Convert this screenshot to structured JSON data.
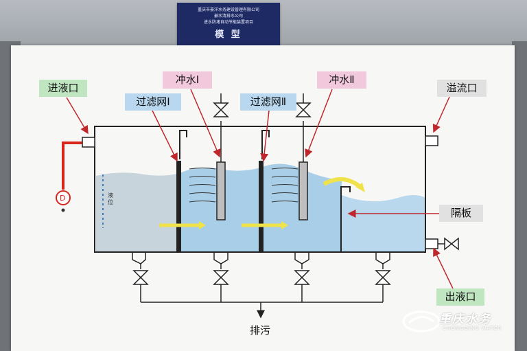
{
  "plaque": {
    "line1": "重庆市豪洋水务建设管理有限公司",
    "line2": "綦水清排水公司",
    "line3": "进水防堵自动节能装置项目",
    "title": "模 型"
  },
  "labels": {
    "inlet": "进液口",
    "overflow": "溢流口",
    "flush1": "冲水Ⅰ",
    "flush2": "冲水Ⅱ",
    "filter1": "过滤网Ⅰ",
    "filter2": "过滤网Ⅱ",
    "baffle": "隔板",
    "outlet": "出液口",
    "drain": "排污",
    "level": "液位",
    "pump": "D"
  },
  "logo": {
    "cn": "重庆水务",
    "en": "CHONGQING WATER"
  },
  "colors": {
    "green_label": "#bfe6c0",
    "pink_label": "#f2c8dd",
    "blue_label": "#b9d8f0",
    "gray_label": "#e1e1e1",
    "water": "#a9cfe8",
    "pipe_red": "#d7261e",
    "arrow_red": "#c0272d",
    "plaque_bg": "#1e2a63"
  }
}
